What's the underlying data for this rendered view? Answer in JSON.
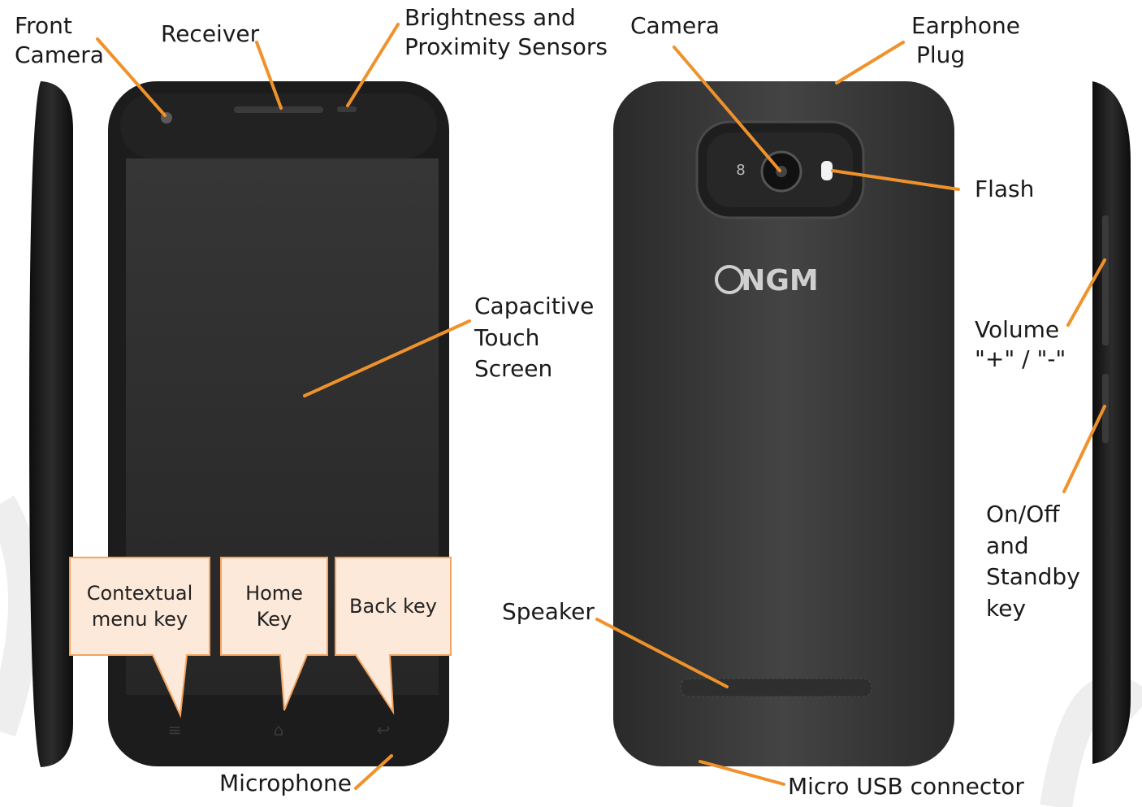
{
  "front": {
    "front_camera": [
      "Front",
      "Camera"
    ],
    "receiver": "Receiver",
    "sensors": [
      "Brightness and",
      "Proximity Sensors"
    ],
    "touch_screen": [
      "Capacitive",
      "Touch",
      "Screen"
    ],
    "contextual_key": [
      "Contextual",
      "menu key"
    ],
    "home_key": [
      "Home",
      "Key"
    ],
    "back_key": "Back key",
    "microphone": "Microphone"
  },
  "back": {
    "camera": "Camera",
    "earphone": [
      "Earphone",
      "Plug"
    ],
    "flash": "Flash",
    "logo": "NGM",
    "speaker": "Speaker",
    "usb": "Micro USB connector",
    "volume": [
      "Volume",
      "\"+\" / \"-\""
    ],
    "power": [
      "On/Off",
      "and",
      "Standby",
      "key"
    ]
  },
  "colors": {
    "leader": "#f0922b",
    "phone_body": "#1c1c1c",
    "screen": "#2f2f2f",
    "back_body": "#3a3a3a",
    "callout_fill": "#fde9d9",
    "callout_border": "#f4a460"
  }
}
